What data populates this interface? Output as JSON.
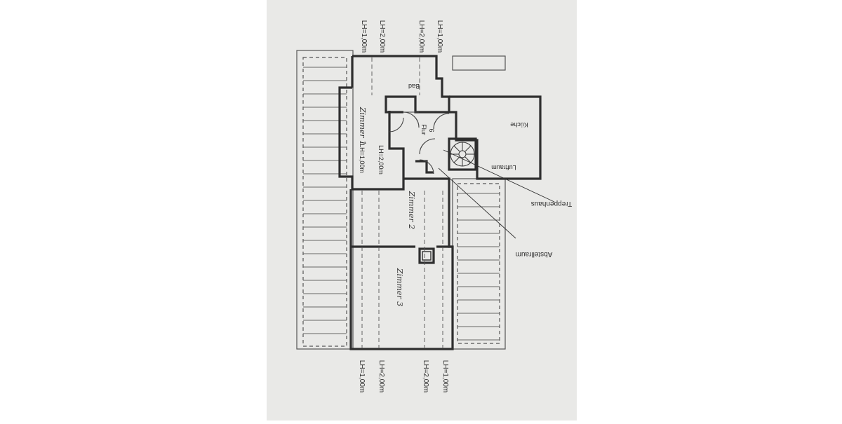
{
  "colors": {
    "page_bg": "#ffffff",
    "paper": "#e9e9e7",
    "wall": "#2e2e2e",
    "line": "#555555"
  },
  "labels": {
    "top_lh": [
      "LH=1,00m",
      "LH=2,00m",
      "LH=2,00m",
      "LH=1,00m"
    ],
    "bottom_lh": [
      "LH=1,00m",
      "LH=2,00m",
      "LH=2,00m",
      "LH=1,00m"
    ],
    "room_lh": [
      "LH=2,00m",
      "LH=1,00m"
    ]
  },
  "rooms": {
    "bad": "Bad",
    "kueche": "Küche",
    "flur": "Flur",
    "flur_number": "6",
    "luftraum": "Luftraum",
    "zimmer1": "Zimmer 1",
    "zimmer2": "Zimmer 2",
    "zimmer3": "Zimmer 3"
  },
  "callouts": {
    "treppenhaus": "Treppenhaus",
    "abstellraum": "Abstellraum"
  }
}
